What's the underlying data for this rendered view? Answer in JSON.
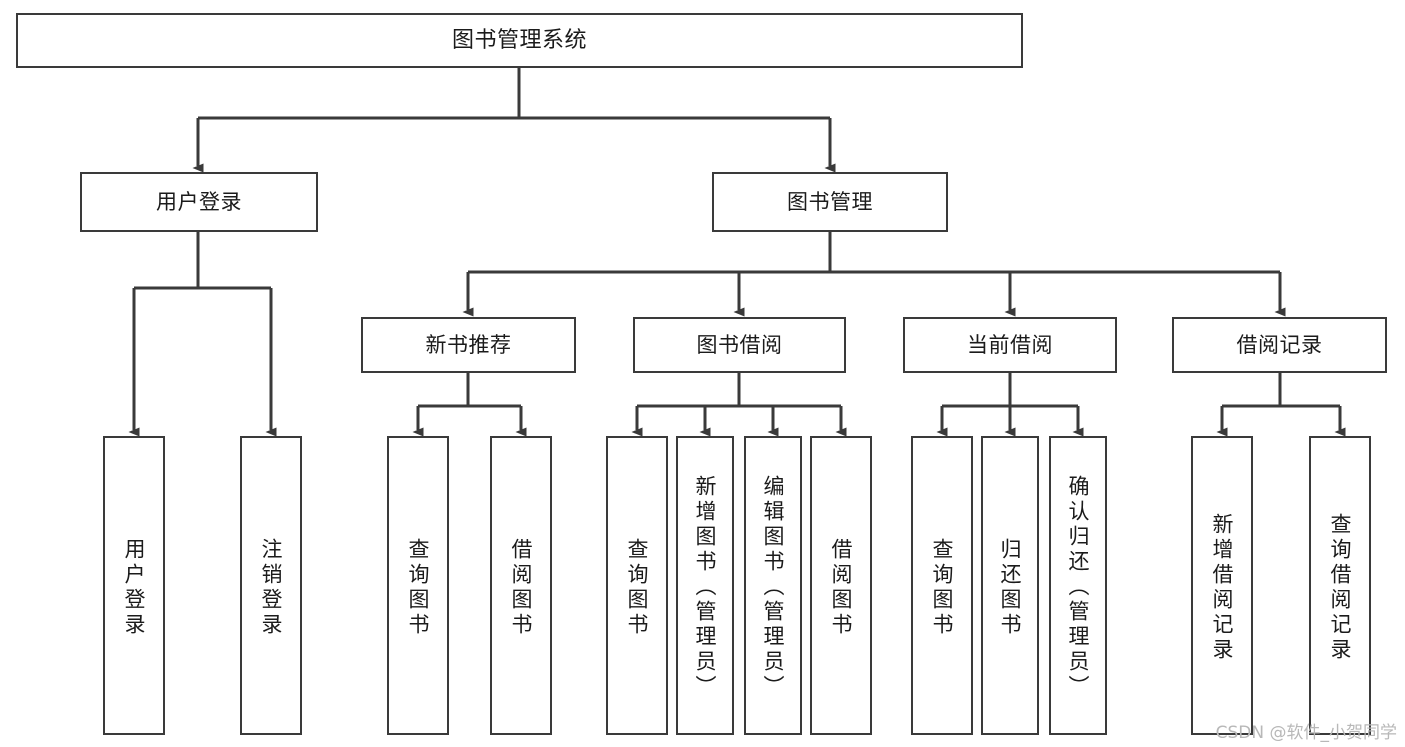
{
  "diagram": {
    "type": "tree",
    "title": "图书管理系统",
    "watermark": "CSDN @软件_小贺同学",
    "colors": {
      "background": "#ffffff",
      "box_border": "#3a3a3a",
      "box_fill": "#ffffff",
      "edge": "#3a3a3a",
      "text": "#1b1b1b",
      "watermark": "#b8b8b8"
    },
    "nodes": {
      "root": {
        "label": "图书管理系统"
      },
      "level2": [
        {
          "id": "user-login",
          "label": "用户登录"
        },
        {
          "id": "book-management",
          "label": "图书管理"
        }
      ],
      "level3": [
        {
          "id": "new-book-recommend",
          "label": "新书推荐"
        },
        {
          "id": "book-borrow",
          "label": "图书借阅"
        },
        {
          "id": "current-borrow",
          "label": "当前借阅"
        },
        {
          "id": "borrow-record",
          "label": "借阅记录"
        }
      ],
      "leaves": {
        "user_login": [
          {
            "id": "leaf-user-login",
            "label": "用户登录"
          },
          {
            "id": "leaf-logout",
            "label": "注销登录"
          }
        ],
        "new_book_recommend": [
          {
            "id": "leaf-query-book-1",
            "label": "查询图书"
          },
          {
            "id": "leaf-borrow-book-1",
            "label": "借阅图书"
          }
        ],
        "book_borrow": [
          {
            "id": "leaf-query-book-2",
            "label": "查询图书"
          },
          {
            "id": "leaf-add-book",
            "label": "新增图书（管理员）"
          },
          {
            "id": "leaf-edit-book",
            "label": "编辑图书（管理员）"
          },
          {
            "id": "leaf-borrow-book-2",
            "label": "借阅图书"
          }
        ],
        "current_borrow": [
          {
            "id": "leaf-query-book-3",
            "label": "查询图书"
          },
          {
            "id": "leaf-return-book",
            "label": "归还图书"
          },
          {
            "id": "leaf-confirm-return",
            "label": "确认归还（管理员）"
          }
        ],
        "borrow_record": [
          {
            "id": "leaf-add-record",
            "label": "新增借阅记录"
          },
          {
            "id": "leaf-query-record",
            "label": "查询借阅记录"
          }
        ]
      }
    }
  }
}
